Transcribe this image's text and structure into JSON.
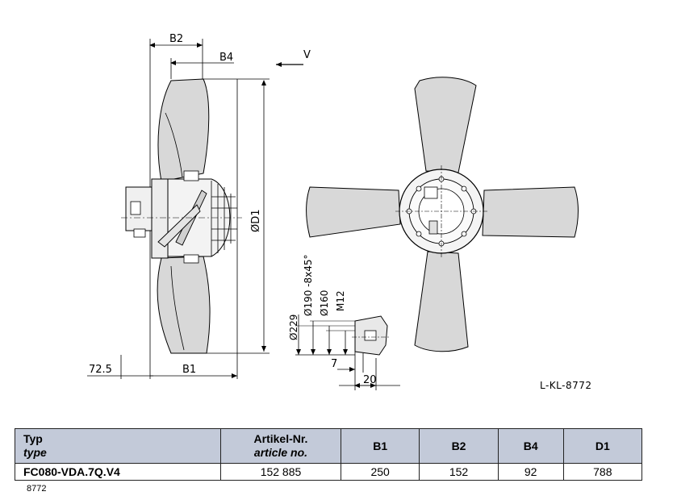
{
  "drawing": {
    "dims": {
      "b2": "B2",
      "b4": "B4",
      "v": "V",
      "d1": "ØD1",
      "d229": "Ø229",
      "d190": "Ø190 -8x45°",
      "d160": "Ø160",
      "m12": "M12",
      "seven": "7",
      "twenty": "20",
      "b1": "B1",
      "offset": "72.5"
    },
    "reference": "L-KL-8772"
  },
  "table": {
    "headers": {
      "typ": "Typ",
      "typ_en": "type",
      "article": "Artikel-Nr.",
      "article_en": "article no.",
      "b1": "B1",
      "b2": "B2",
      "b4": "B4",
      "d1": "D1"
    },
    "row": {
      "type": "FC080-VDA.7Q.V4",
      "article": "152 885",
      "b1": "250",
      "b2": "152",
      "b4": "92",
      "d1": "788"
    }
  },
  "footnote": "8772",
  "colors": {
    "header_bg": "#c3cad9",
    "blade_fill": "#d8d8d8",
    "line": "#000000"
  }
}
